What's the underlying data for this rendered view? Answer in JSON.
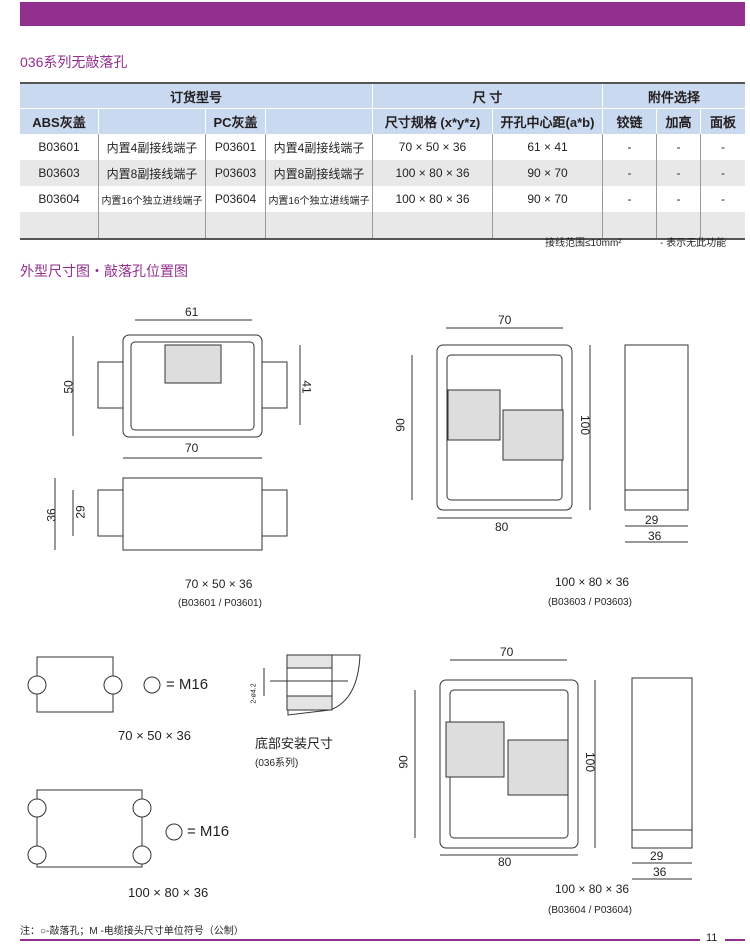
{
  "section1_title": "036系列无敲落孔",
  "table": {
    "group_headers": [
      "订货型号",
      "尺 寸",
      "附件选择"
    ],
    "sub_headers": [
      "ABS灰盖",
      "",
      "PC灰盖",
      "",
      "尺寸规格 (x*y*z)",
      "开孔中心距(a*b)",
      "铰链",
      "加高",
      "面板"
    ],
    "rows": [
      [
        "B03601",
        "内置4副接线端子",
        "P03601",
        "内置4副接线端子",
        "70 × 50 × 36",
        "61 × 41",
        "-",
        "-",
        "-"
      ],
      [
        "B03603",
        "内置8副接线端子",
        "P03603",
        "内置8副接线端子",
        "100 × 80 × 36",
        "90 × 70",
        "-",
        "-",
        "-"
      ],
      [
        "B03604",
        "内置16个独立进线端子",
        "P03604",
        "内置16个独立进线端子",
        "100 × 80 × 36",
        "90 × 70",
        "-",
        "-",
        "-"
      ],
      [
        "",
        "",
        "",
        "",
        "",
        "",
        "",
        "",
        ""
      ]
    ]
  },
  "notes": {
    "wire_range": "接线范围≤10mm²",
    "dash_meaning": "- 表示无此功能"
  },
  "section2_title": "外型尺寸图・敲落孔位置图",
  "drawings": {
    "d1": {
      "dims": [
        "61",
        "50",
        "41",
        "70",
        "36",
        "29"
      ],
      "size": "70 × 50 × 36",
      "models": "(B03601 / P03601)"
    },
    "d2": {
      "dims": [
        "70",
        "90",
        "100",
        "80",
        "29",
        "36"
      ],
      "size": "100 × 80 × 36",
      "models": "(B03603 / P03603)"
    },
    "d3": {
      "dims": [
        "70",
        "90",
        "100",
        "80",
        "29",
        "36"
      ],
      "size": "100 × 80 × 36",
      "models": "(B03604 / P03604)"
    },
    "k1": {
      "label": "= M16",
      "size": "70 × 50 × 36"
    },
    "k2": {
      "label": "= M16",
      "size": "100 × 80 × 36"
    },
    "mount": {
      "dim": "2-ø4.2",
      "title": "底部安装尺寸",
      "sub": "(036系列)"
    }
  },
  "footnote": "注：○-敲落孔；M -电缆接头尺寸单位符号（公制）",
  "page_number": "11",
  "colors": {
    "brand": "#922e8e",
    "header": "#c9d9ef"
  }
}
